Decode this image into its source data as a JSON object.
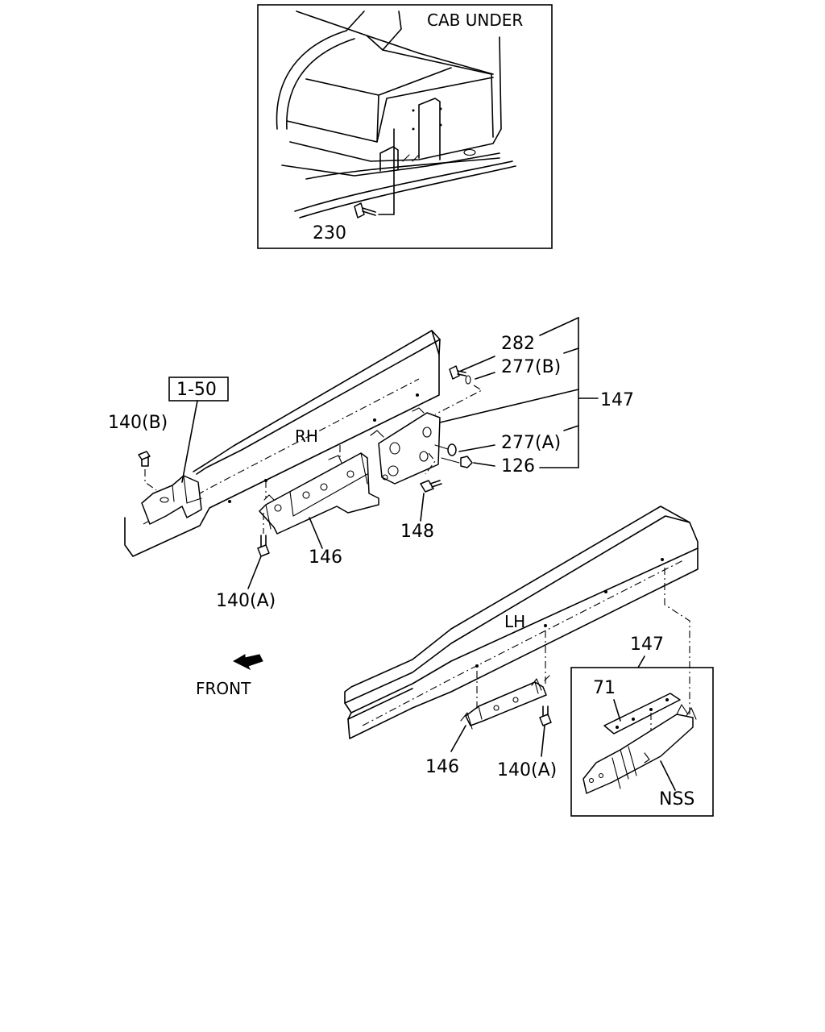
{
  "inset_top": {
    "title": "CAB UNDER",
    "part_230": "230"
  },
  "reference_box": "1-50",
  "callouts": {
    "p282": "282",
    "p277b": "277(B)",
    "p147": "147",
    "p277a": "277(A)",
    "p126": "126",
    "p148": "148",
    "p140b": "140(B)",
    "p146_rh": "146",
    "p140a_rh": "140(A)",
    "p146_lh": "146",
    "p140a_lh": "140(A)"
  },
  "rail_rh": "RH",
  "rail_lh": "LH",
  "front": "FRONT",
  "inset_bottom": {
    "group": "147",
    "part_71": "71",
    "nss": "NSS"
  }
}
